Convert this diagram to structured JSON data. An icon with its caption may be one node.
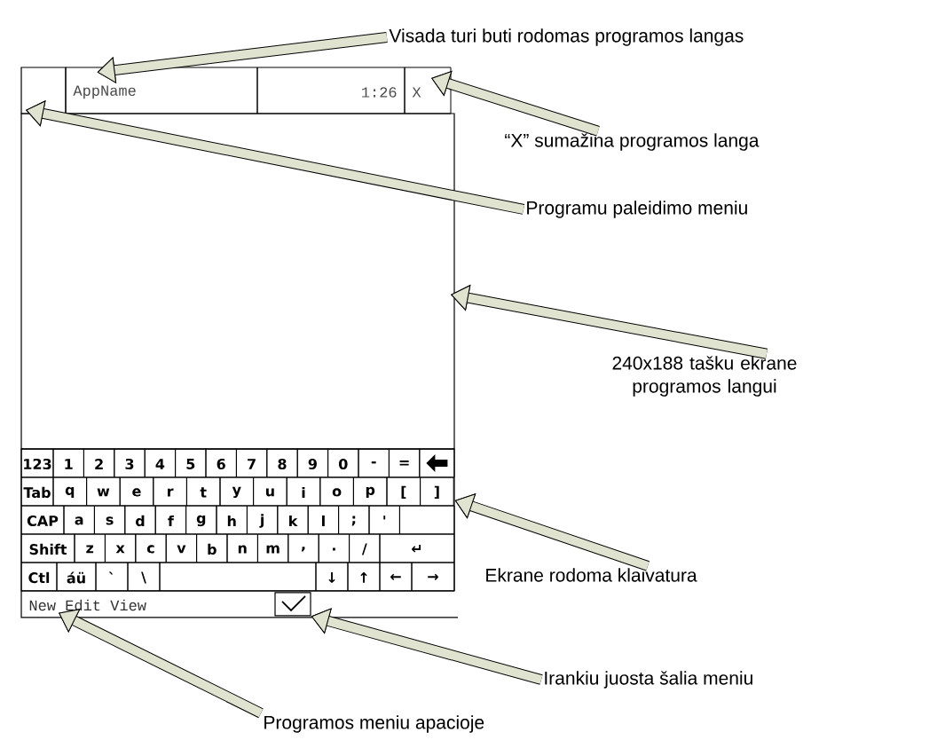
{
  "diagram": {
    "nodes": [
      {
        "text": [
          "AppName"
        ]
      },
      {
        "text": [
          "1:26"
        ]
      },
      {
        "text": [
          "X"
        ]
      },
      {
        "text": [],
        "shape": "box"
      },
      {
        "text": [],
        "shape": "box"
      },
      {
        "text": [
          "New Edit View"
        ]
      },
      {
        "text": [],
        "shape": "box"
      },
      {
        "text": [
          "Visada turi buti rodomas programos langas"
        ]
      },
      {
        "text": [
          "“X” sumažina programos langa"
        ]
      },
      {
        "text": [
          "Programu paleidimo meniu"
        ]
      },
      {
        "text": [
          "240x188 tašku ekrane programos langui"
        ]
      },
      {
        "text": [
          "Ekrane rodoma klaivatura"
        ]
      },
      {
        "text": [
          "Irankiu juosta šalia meniu"
        ]
      },
      {
        "text": [
          "Programos meniu apacioje"
        ]
      }
    ],
    "edges": [
      {
        "from": 7,
        "to": 0,
        "arrow": "to"
      },
      {
        "from": 8,
        "to": 2,
        "arrow": "to"
      },
      {
        "from": 9,
        "to": 3,
        "arrow": "to"
      },
      {
        "from": 10,
        "to": null,
        "arrow": "to"
      },
      {
        "from": 11,
        "to": 4,
        "arrow": "to"
      },
      {
        "from": 12,
        "to": 6,
        "arrow": "to"
      },
      {
        "from": 13,
        "to": 5,
        "arrow": "to"
      }
    ],
    "labels": [
      "123",
      "1",
      "2",
      "3",
      "4",
      "5",
      "6",
      "7",
      "8",
      "9",
      "0",
      "-",
      "=",
      "Tab",
      "q",
      "w",
      "e",
      "r",
      "t",
      "y",
      "u",
      "i",
      "o",
      "p",
      "[",
      "]",
      "CAP",
      "a",
      "s",
      "d",
      "f",
      "g",
      "h",
      "j",
      "k",
      "l",
      ";",
      "'",
      "Shift",
      "z",
      "x",
      "c",
      "v",
      "b",
      "n",
      "m",
      ",",
      ".",
      "/",
      "↵",
      "Ctl",
      "áü",
      "`",
      "\\",
      "↓",
      "↑",
      "←",
      "→"
    ]
  }
}
